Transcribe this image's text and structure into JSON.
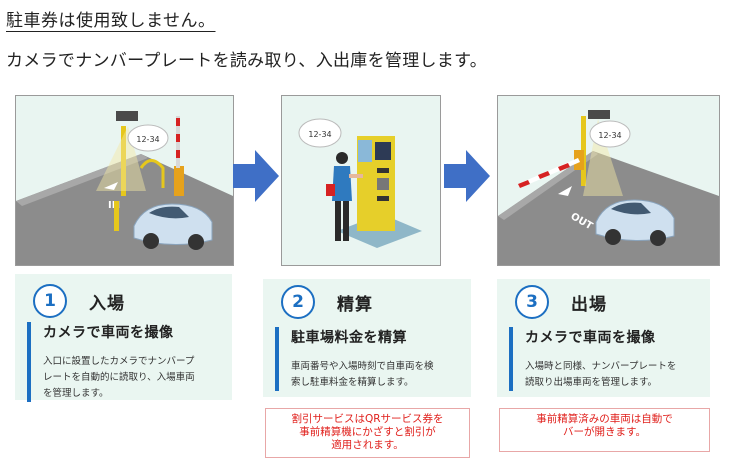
{
  "heading": "駐車券は使用致しません。",
  "subheading": "カメラでナンバープレートを読み取り、入出庫を管理します。",
  "plate_text": "12-34",
  "lane_labels": {
    "in": "IN",
    "out": "OUT"
  },
  "steps": [
    {
      "number": "1",
      "title": "入場",
      "subtitle": "カメラで車両を撮像",
      "description_lines": [
        "入口に設置したカメラでナンバープ",
        "レートを自動的に読取り、入場車両",
        "を管理します。"
      ]
    },
    {
      "number": "2",
      "title": "精算",
      "subtitle": "駐車場料金を精算",
      "description_lines": [
        "車両番号や入場時刻で自車両を検",
        "索し駐車料金を精算します。"
      ],
      "note_lines": [
        "割引サービスはQRサービス券を",
        "事前精算機にかざすと割引が",
        "適用されます。"
      ]
    },
    {
      "number": "3",
      "title": "出場",
      "subtitle": "カメラで車両を撮像",
      "description_lines": [
        "入場時と同様、ナンバープレートを",
        "読取り出場車両を管理します。"
      ],
      "note_lines": [
        "事前精算済みの車両は自動で",
        "バーが開きます。"
      ]
    }
  ],
  "colors": {
    "accent_blue": "#1c6fc2",
    "arrow_blue": "#3f6fc6",
    "note_red": "#e0201c",
    "card_bg": "#eaf6f1"
  }
}
